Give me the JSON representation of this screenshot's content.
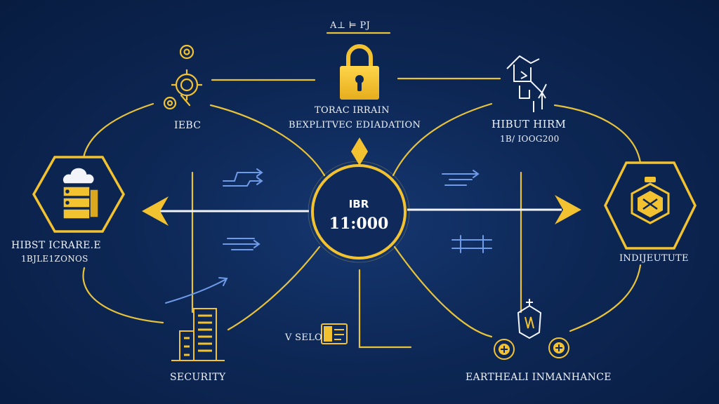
{
  "colors": {
    "background": "#0d2755",
    "accent": "#f2c230",
    "line": "#e8c33a",
    "arrow_blue": "#6f9ae8",
    "text": "#eef2fa"
  },
  "top": {
    "label": "A⊥ ⊨ PJ"
  },
  "hub": {
    "line1": "IBR",
    "line2": "11:000"
  },
  "nodes": {
    "top_center": {
      "title": "TORAC IRRAIN",
      "subtitle": "BEXPLITVEC EDIADATION",
      "icon": "padlock-icon"
    },
    "top_left": {
      "title": "IEBC",
      "icon": "gear-icons"
    },
    "top_right": {
      "title": "HIBUT HIRM",
      "subtitle": "1B/ IOOG200",
      "icon": "network-house-icon"
    },
    "left": {
      "title": "HIBST ICRARE.E",
      "subtitle": "1BJLE1ZONOS",
      "icon": "server-stack-icon"
    },
    "right": {
      "title": "INDIJEUTUTE",
      "icon": "shield-badge-icon"
    },
    "bottom_left": {
      "title": "SECURITY",
      "icon": "building-icon"
    },
    "bottom_center": {
      "title": "V SELO",
      "icon": "document-chart-icon"
    },
    "bottom_right": {
      "title": "EARTHEALI INMANHANCE",
      "icon": "emblem-icons"
    }
  }
}
